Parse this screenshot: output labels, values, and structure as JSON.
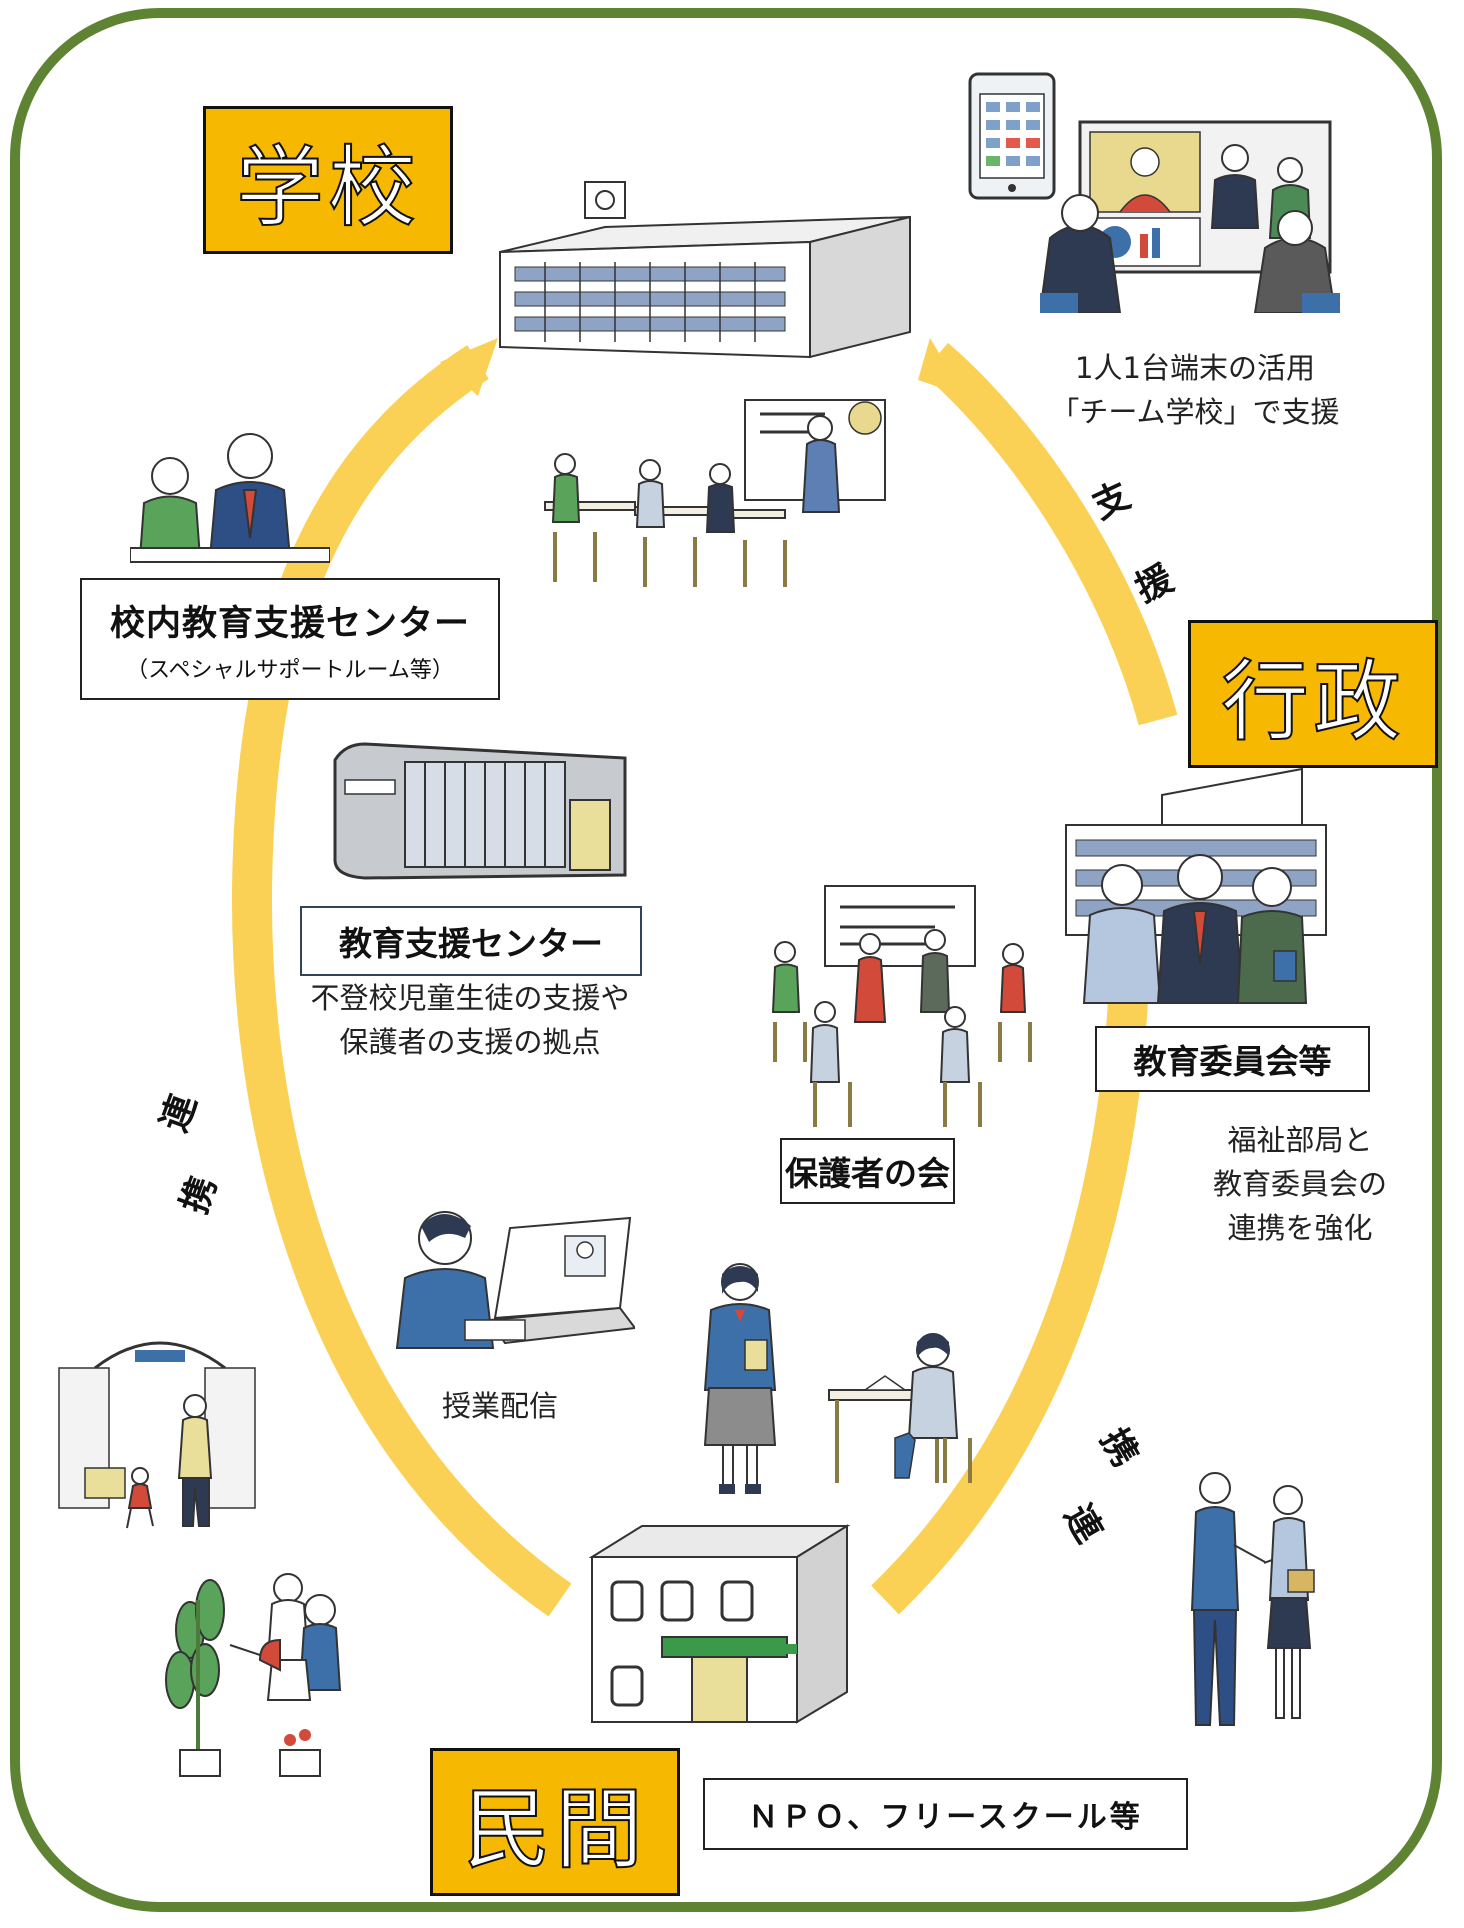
{
  "colors": {
    "frame": "#5e8433",
    "arc": "#fbd155",
    "label_fill": "#f6b800"
  },
  "sections": {
    "school": "学校",
    "administration": "行政",
    "private": "民間"
  },
  "school": {
    "device_caption": [
      "1人1台端末の活用",
      "「チーム学校」で支援"
    ],
    "in_school_center": {
      "title": "校内教育支援センター",
      "subtitle": "（スペシャルサポートルーム等）"
    }
  },
  "center": {
    "education_support_center": "教育支援センター",
    "description": [
      "不登校児童生徒の支援や",
      "保護者の支援の拠点"
    ],
    "parents_meeting": "保護者の会",
    "online_class": "授業配信"
  },
  "administration": {
    "board": "教育委員会等",
    "caption": [
      "福祉部局と",
      "教育委員会の",
      "連携を強化"
    ]
  },
  "private": {
    "label": "ＮＰＯ、フリースクール等"
  },
  "arrows": {
    "support": [
      "支",
      "援"
    ],
    "cooperation_left": [
      "連",
      "携"
    ],
    "cooperation_right": [
      "携",
      "連"
    ]
  },
  "icons": [
    "school-building-icon",
    "tablet-icon",
    "video-conference-icon",
    "classroom-lesson-icon",
    "tutoring-icon",
    "support-center-building-icon",
    "parents-meeting-icon",
    "office-building-staff-icon",
    "student-laptop-icon",
    "student-standing-icon",
    "student-reading-icon",
    "handshake-icon",
    "free-school-building-icon",
    "shopping-street-icon",
    "gardening-icon"
  ]
}
